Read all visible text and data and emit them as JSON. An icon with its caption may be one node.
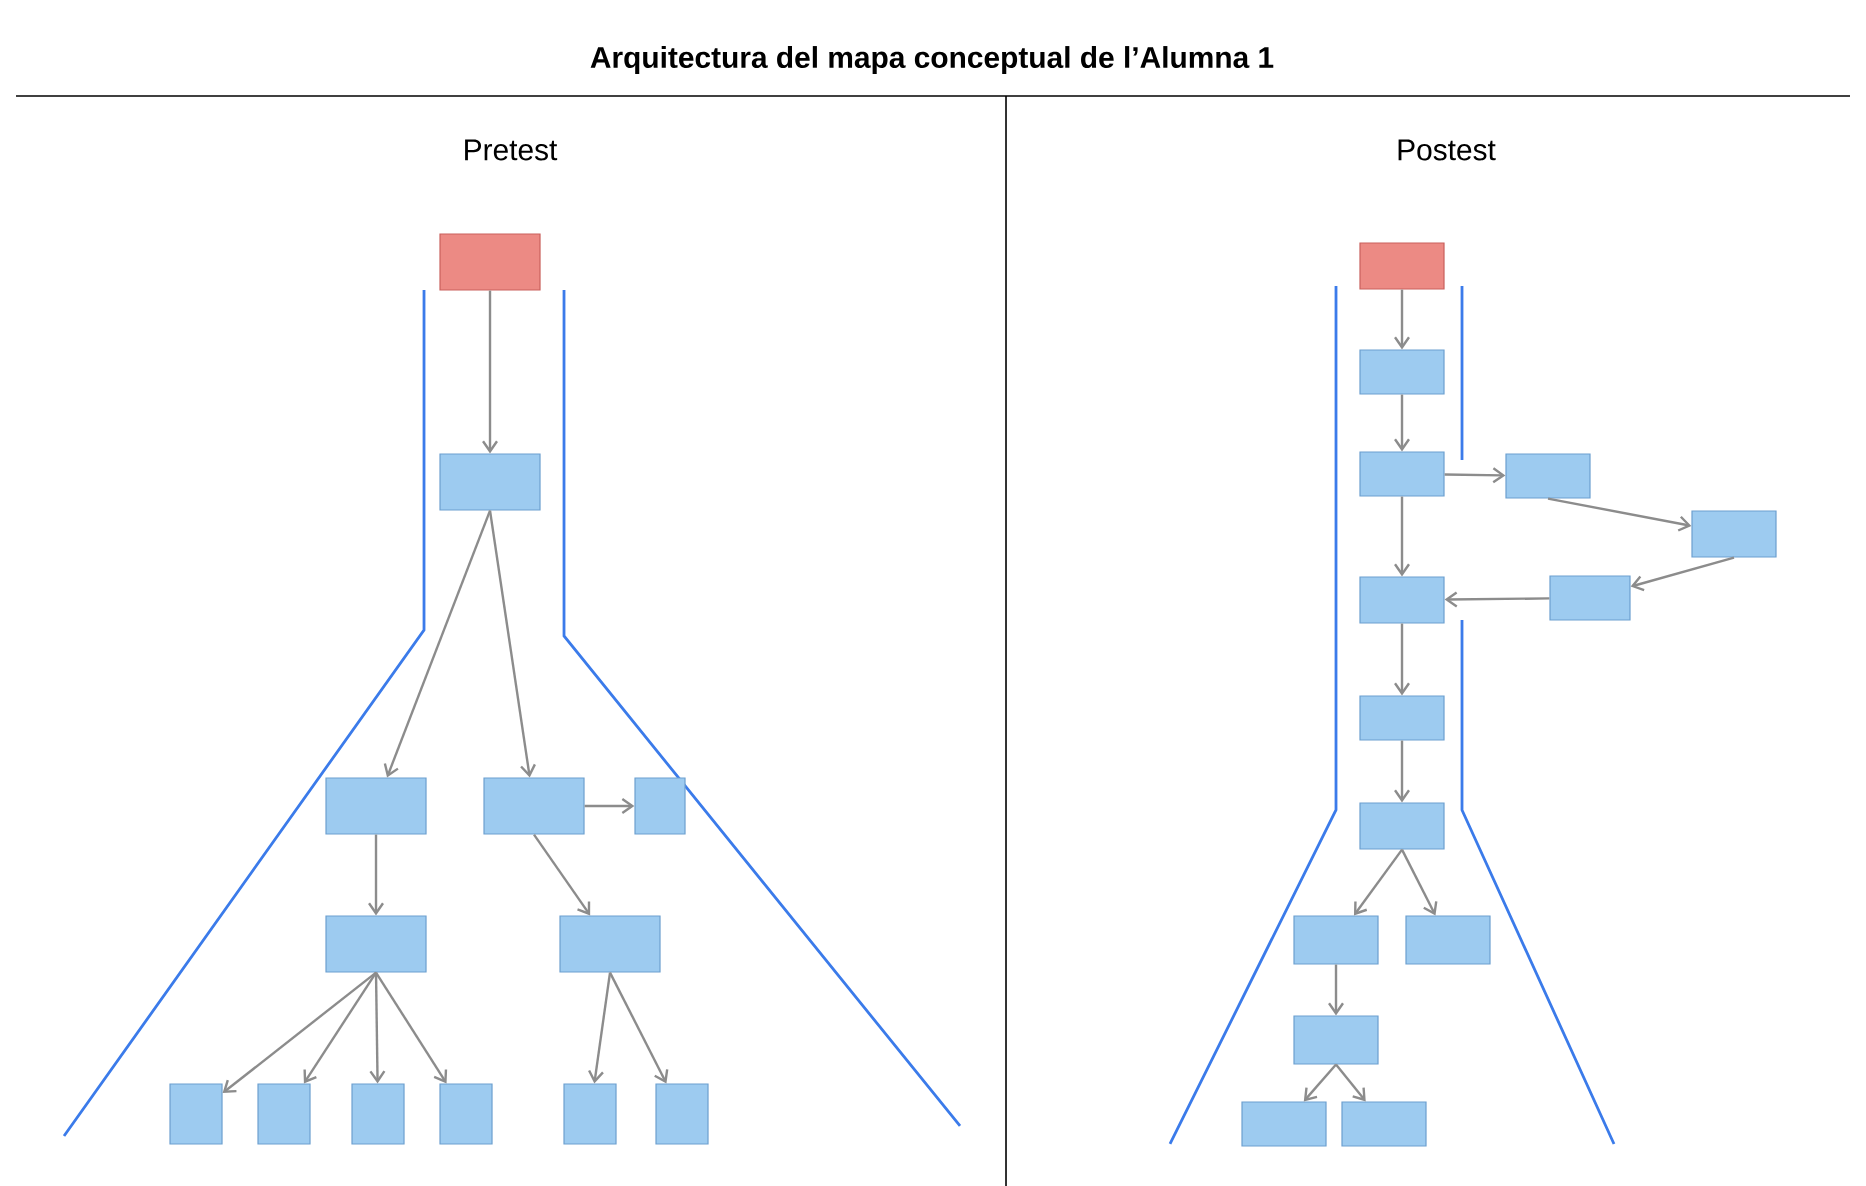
{
  "diagram": {
    "title": "Arquitectura del mapa conceptual de l’Alumna 1",
    "nodes": [
      {
        "text": [],
        "shape": "box"
      },
      {
        "text": [],
        "shape": "box"
      },
      {
        "text": [],
        "shape": "box"
      },
      {
        "text": [],
        "shape": "box"
      },
      {
        "text": [],
        "shape": "box"
      },
      {
        "text": [],
        "shape": "box"
      },
      {
        "text": [],
        "shape": "box"
      },
      {
        "text": [],
        "shape": "box"
      },
      {
        "text": [],
        "shape": "box"
      },
      {
        "text": [],
        "shape": "box"
      },
      {
        "text": [],
        "shape": "box"
      },
      {
        "text": [],
        "shape": "box"
      },
      {
        "text": [],
        "shape": "box"
      },
      {
        "text": [],
        "shape": "box"
      },
      {
        "text": [],
        "shape": "box"
      },
      {
        "text": [],
        "shape": "box"
      },
      {
        "text": [],
        "shape": "box"
      },
      {
        "text": [],
        "shape": "box"
      },
      {
        "text": [],
        "shape": "box"
      },
      {
        "text": [],
        "shape": "box"
      },
      {
        "text": [],
        "shape": "box"
      },
      {
        "text": [],
        "shape": "box"
      },
      {
        "text": [],
        "shape": "box"
      },
      {
        "text": [],
        "shape": "box"
      },
      {
        "text": [],
        "shape": "box"
      },
      {
        "text": [],
        "shape": "box"
      },
      {
        "text": [],
        "shape": "box"
      }
    ],
    "edges": [
      {
        "from": 0,
        "to": 1,
        "arrow": "to"
      },
      {
        "from": 1,
        "to": 2,
        "arrow": "to"
      },
      {
        "from": 1,
        "to": 3,
        "arrow": "to"
      },
      {
        "from": 3,
        "to": 4,
        "arrow": "to"
      },
      {
        "from": 2,
        "to": 5,
        "arrow": "to"
      },
      {
        "from": 3,
        "to": 6,
        "arrow": "to"
      },
      {
        "from": 5,
        "to": 7,
        "arrow": "to"
      },
      {
        "from": 5,
        "to": 8,
        "arrow": "to"
      },
      {
        "from": 5,
        "to": 9,
        "arrow": "to"
      },
      {
        "from": 5,
        "to": 10,
        "arrow": "to"
      },
      {
        "from": 6,
        "to": 11,
        "arrow": "to"
      },
      {
        "from": 6,
        "to": 12,
        "arrow": "to"
      },
      {
        "from": 13,
        "to": 14,
        "arrow": "to"
      },
      {
        "from": 14,
        "to": 15,
        "arrow": "to"
      },
      {
        "from": 15,
        "to": 16,
        "arrow": "to"
      },
      {
        "from": 16,
        "to": 17,
        "arrow": "to"
      },
      {
        "from": 17,
        "to": 18,
        "arrow": "to"
      },
      {
        "from": 18,
        "to": 19,
        "arrow": "to"
      },
      {
        "from": 15,
        "to": 19,
        "arrow": "to"
      },
      {
        "from": 19,
        "to": 20,
        "arrow": "to"
      },
      {
        "from": 20,
        "to": 21,
        "arrow": "to"
      },
      {
        "from": 21,
        "to": 22,
        "arrow": "to"
      },
      {
        "from": 21,
        "to": 23,
        "arrow": "to"
      },
      {
        "from": 22,
        "to": 24,
        "arrow": "to"
      },
      {
        "from": 24,
        "to": 25,
        "arrow": "to"
      },
      {
        "from": 24,
        "to": 26,
        "arrow": "to"
      }
    ],
    "labels": [
      "Pretest",
      "Postest"
    ]
  }
}
